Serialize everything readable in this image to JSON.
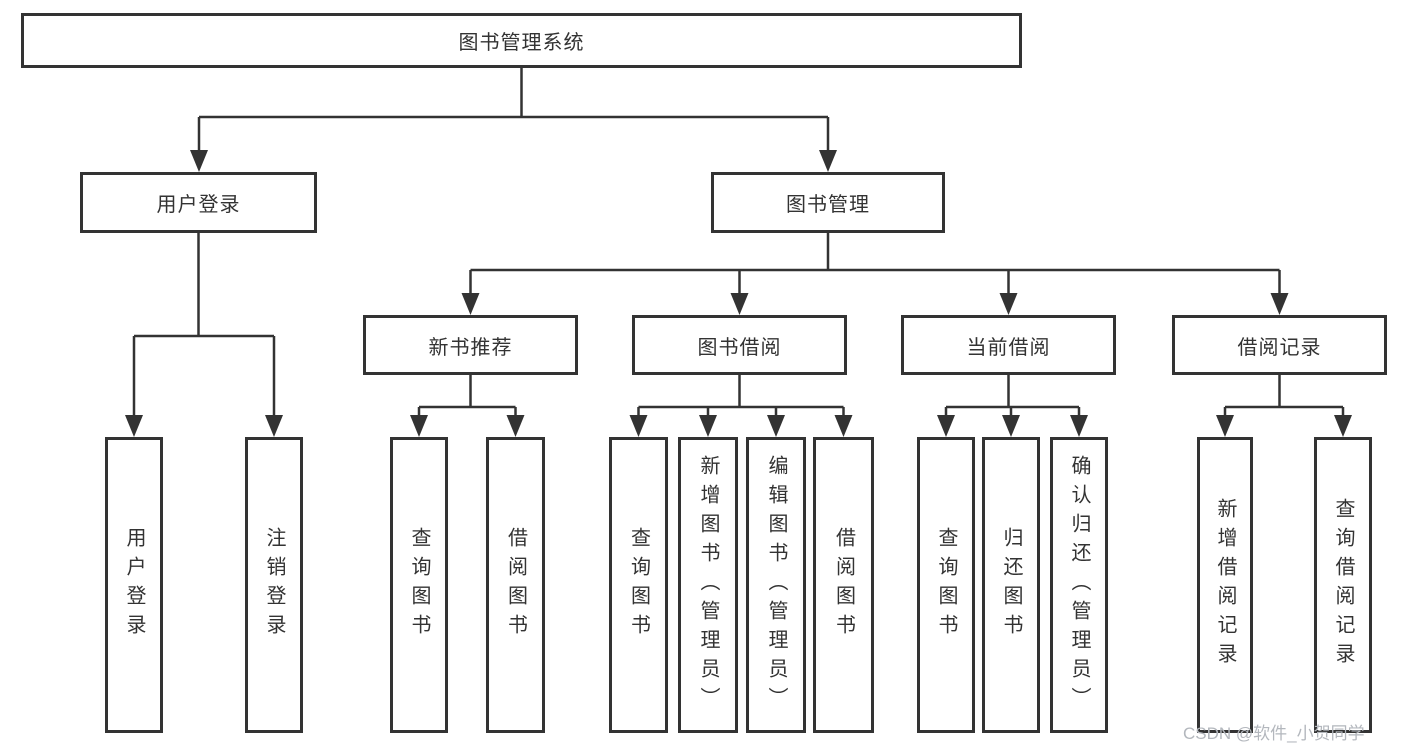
{
  "diagram_title": "图书管理系统",
  "tree": {
    "label": "图书管理系统",
    "children": [
      {
        "label": "用户登录",
        "children": [
          {
            "label": "用户登录"
          },
          {
            "label": "注销登录"
          }
        ]
      },
      {
        "label": "图书管理",
        "children": [
          {
            "label": "新书推荐",
            "children": [
              {
                "label": "查询图书"
              },
              {
                "label": "借阅图书"
              }
            ]
          },
          {
            "label": "图书借阅",
            "children": [
              {
                "label": "查询图书"
              },
              {
                "label": "新增图书（管理员）"
              },
              {
                "label": "编辑图书（管理员）"
              },
              {
                "label": "借阅图书"
              }
            ]
          },
          {
            "label": "当前借阅",
            "children": [
              {
                "label": "查询图书"
              },
              {
                "label": "归还图书"
              },
              {
                "label": "确认归还（管理员）"
              }
            ]
          },
          {
            "label": "借阅记录",
            "children": [
              {
                "label": "新增借阅记录"
              },
              {
                "label": "查询借阅记录"
              }
            ]
          }
        ]
      }
    ]
  },
  "watermark": "CSDN @软件_小贺同学",
  "colors": {
    "line": "#333333",
    "text": "#333333",
    "box_background": "#ffffff",
    "watermark": "#b3b7bd"
  }
}
